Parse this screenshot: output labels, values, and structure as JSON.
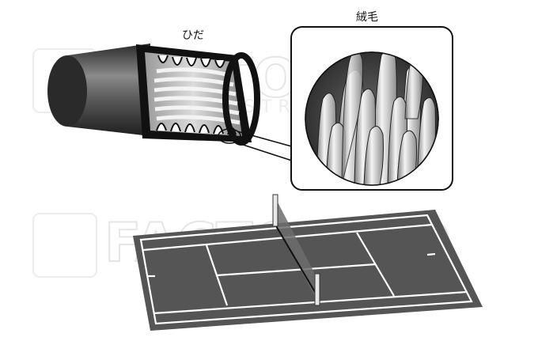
{
  "labels": {
    "folds": "ひだ",
    "villi": "絨毛"
  },
  "watermark": {
    "brand": "FACTORY70",
    "sub": "ILLUSTRATION"
  },
  "colors": {
    "court": "#555555",
    "court_lines": "#ffffff",
    "tube_dark": "#3a3a3a",
    "villi_bg": "#444444"
  }
}
